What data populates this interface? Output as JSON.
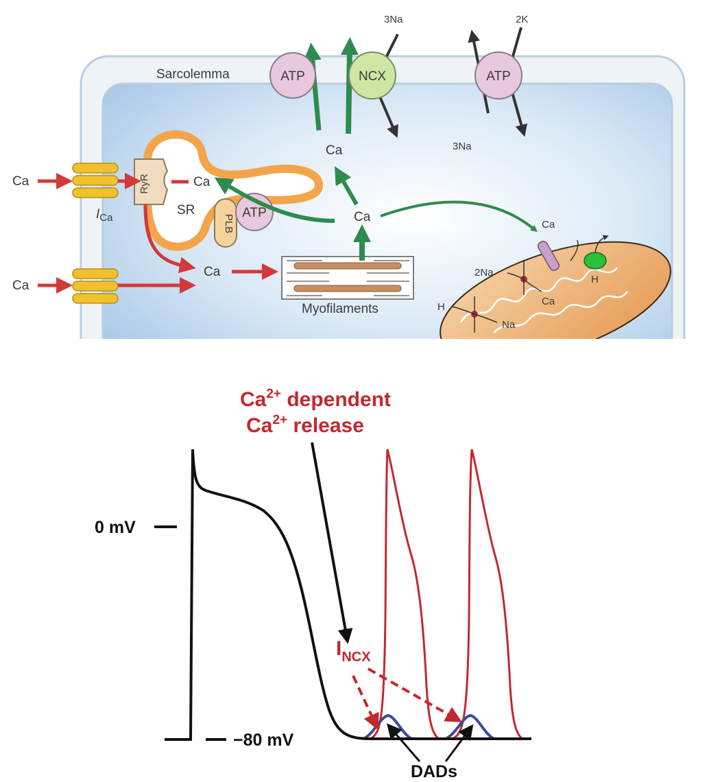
{
  "cell": {
    "membrane_label": "Sarcolemma",
    "pumps": {
      "atp_left": "ATP",
      "ncx": "NCX",
      "atp_right": "ATP",
      "atp_sr": "ATP"
    },
    "ions": {
      "three_na_top": "3Na",
      "two_k": "2K",
      "three_na_inner": "3Na",
      "ca_below_pumps": "Ca",
      "ca_center": "Ca",
      "ca_sr": "Ca",
      "ca_in_1": "Ca",
      "ca_in_2": "Ca",
      "ca_cytosol": "Ca",
      "ca_mito_top": "Ca",
      "two_na_mito": "2Na",
      "ca_mito_inner": "Ca",
      "h_mito_1": "H",
      "na_mito": "Na",
      "h_mito_2": "H"
    },
    "structures": {
      "ryr": "RyR",
      "plb": "PLB",
      "sr": "SR",
      "ica_main": "I",
      "ica_sub": "Ca",
      "myofilaments": "Myofilaments"
    }
  },
  "trace": {
    "title_line1_a": "Ca",
    "title_line1_sup": "2+",
    "title_line1_b": " dependent",
    "title_line2_a": "Ca",
    "title_line2_sup": "2+",
    "title_line2_b": " release",
    "zero_mv": "0 mV",
    "minus80_mv": "−80 mV",
    "incx_main": "I",
    "incx_sub": "NCX",
    "dads": "DADs"
  },
  "colors": {
    "green_arrow": "#2e8b4e",
    "red_arrow": "#d2393a",
    "sr_orange": "#f2a54a",
    "pump_pink": "#e8c8dc",
    "ncx_green": "#cfe6a3",
    "channel_yellow": "#f0c12c",
    "trace_black": "#111111",
    "trace_red": "#c4272f",
    "trace_blue": "#3a4a9a"
  }
}
